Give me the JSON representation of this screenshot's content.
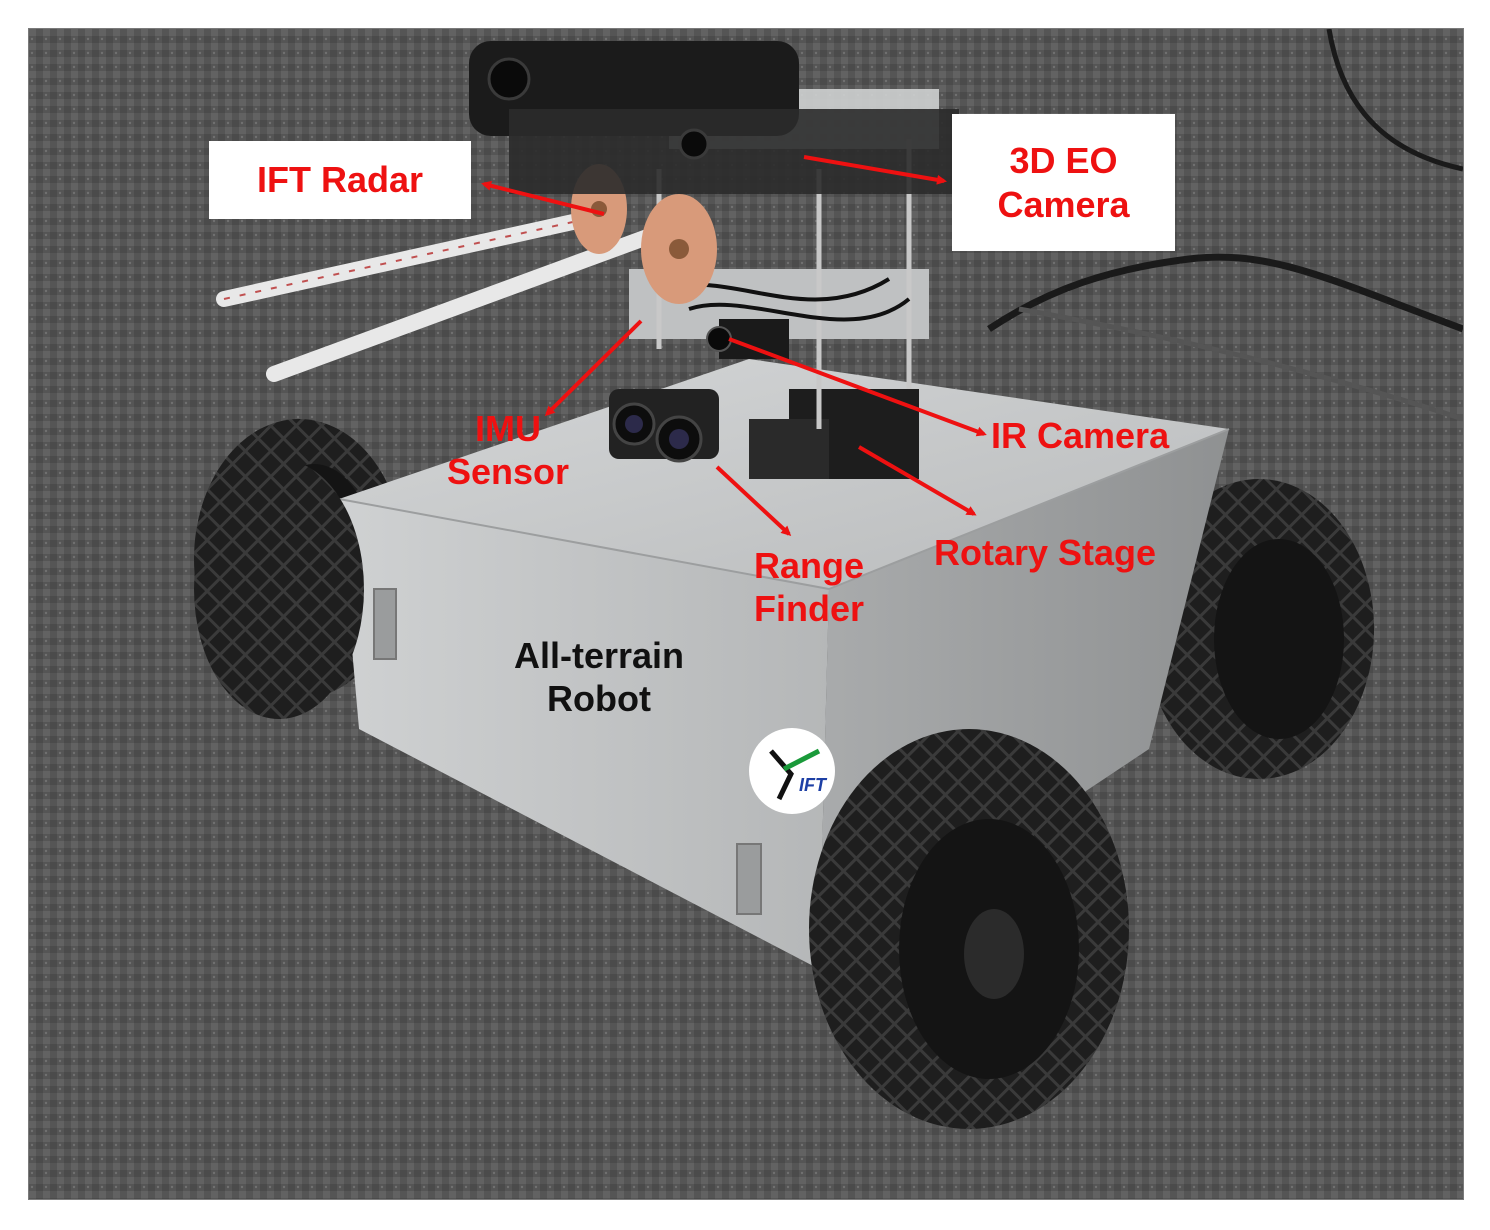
{
  "figure": {
    "labels": {
      "ift_radar": "IFT Radar",
      "eo_camera": [
        "3D EO",
        "Camera"
      ],
      "imu_sensor": [
        "IMU",
        "Sensor"
      ],
      "ir_camera": "IR Camera",
      "rotary_stage": "Rotary Stage",
      "range_finder": [
        "Range",
        "Finder"
      ],
      "robot": [
        "All-terrain",
        "Robot"
      ]
    },
    "logo_text": "IFT",
    "colors": {
      "annotation": "#ee1111",
      "robot_label": "#111111",
      "carpet": "#5b5b5b",
      "chassis": "#c9cbcc",
      "tire": "#1c1c1c"
    }
  }
}
